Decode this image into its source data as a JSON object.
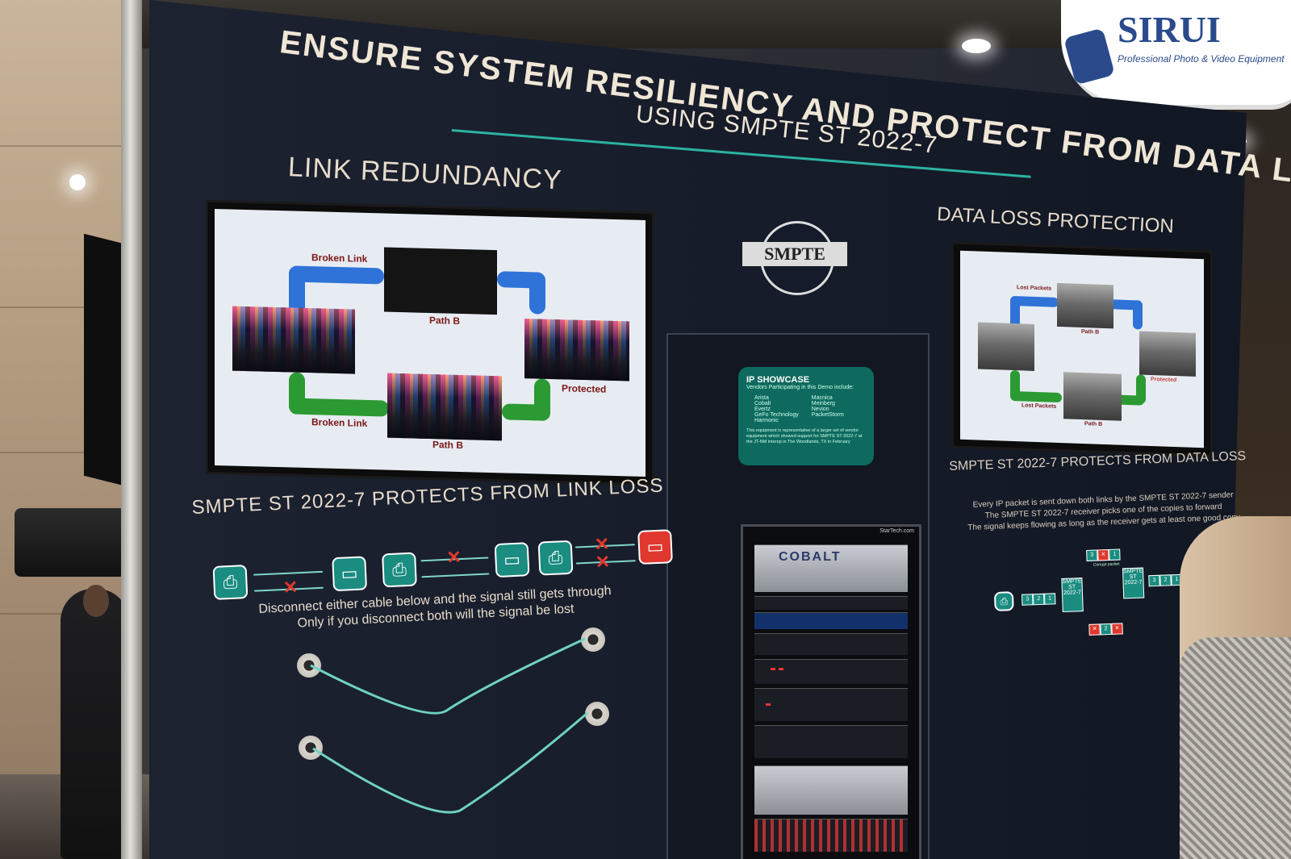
{
  "board": {
    "headline": "ENSURE SYSTEM RESILIENCY AND PROTECT FROM DATA LOSS",
    "subhead": "USING SMPTE ST 2022-7",
    "link_redundancy": "LINK REDUNDANCY",
    "data_loss_protection": "DATA LOSS PROTECTION",
    "smpte_logo": "SMPTE",
    "protects_link_loss": "SMPTE ST 2022-7 PROTECTS FROM LINK LOSS",
    "instruction_line1": "Disconnect either cable below and the signal still gets through",
    "instruction_line2": "Only if you disconnect both will the signal be lost",
    "protects_data_loss": "SMPTE ST 2022-7 PROTECTS FROM DATA LOSS",
    "right_line1": "Every IP packet is sent down both links by the SMPTE ST 2022-7 sender",
    "right_line2": "The SMPTE ST 2022-7 receiver picks one of the copies to forward",
    "right_line3": "The signal keeps flowing as long as the receiver gets at least one good copy"
  },
  "left_screen": {
    "broken_link_top": "Broken Link",
    "path_b_top": "Path B",
    "protected": "Protected",
    "broken_link_bottom": "Broken Link",
    "path_b_bottom": "Path B"
  },
  "right_screen": {
    "lost_packets_top": "Lost Packets",
    "path_b_top": "Path B",
    "protected": "Protected",
    "lost_packets_bottom": "Lost Packets",
    "path_b_bottom": "Path B"
  },
  "showcase_card": {
    "title": "IP SHOWCASE",
    "intro": "Vendors Participating in this Demo include:",
    "vendors_col1": [
      "Arista",
      "Cobalt",
      "Evertz",
      "GeFo Technology",
      "Harmonic"
    ],
    "vendors_col2": [
      "Macnica",
      "Meinberg",
      "Nevion",
      "PacketStorm"
    ],
    "footer": "This equipment is representative of a larger set of vendor equipment which showed support for SMPTE ST 2022-7 at the JT-NM interop in The Woodlands, TX in February"
  },
  "rack": {
    "cobalt_label": "COBALT",
    "startech_label": "StarTech.com"
  },
  "diagram_right": {
    "sender": "SMPTE ST 2022-7",
    "receiver": "SMPTE ST 2022-7",
    "corrupt_packet": "Corrupt packet"
  },
  "sirui_sign": {
    "name": "SIRUI",
    "tagline": "Professional Photo & Video Equipment"
  },
  "colors": {
    "board": "#151b2a",
    "teal": "#2bb3a1",
    "accent_red": "#e0382e",
    "text": "#efe6d6"
  }
}
